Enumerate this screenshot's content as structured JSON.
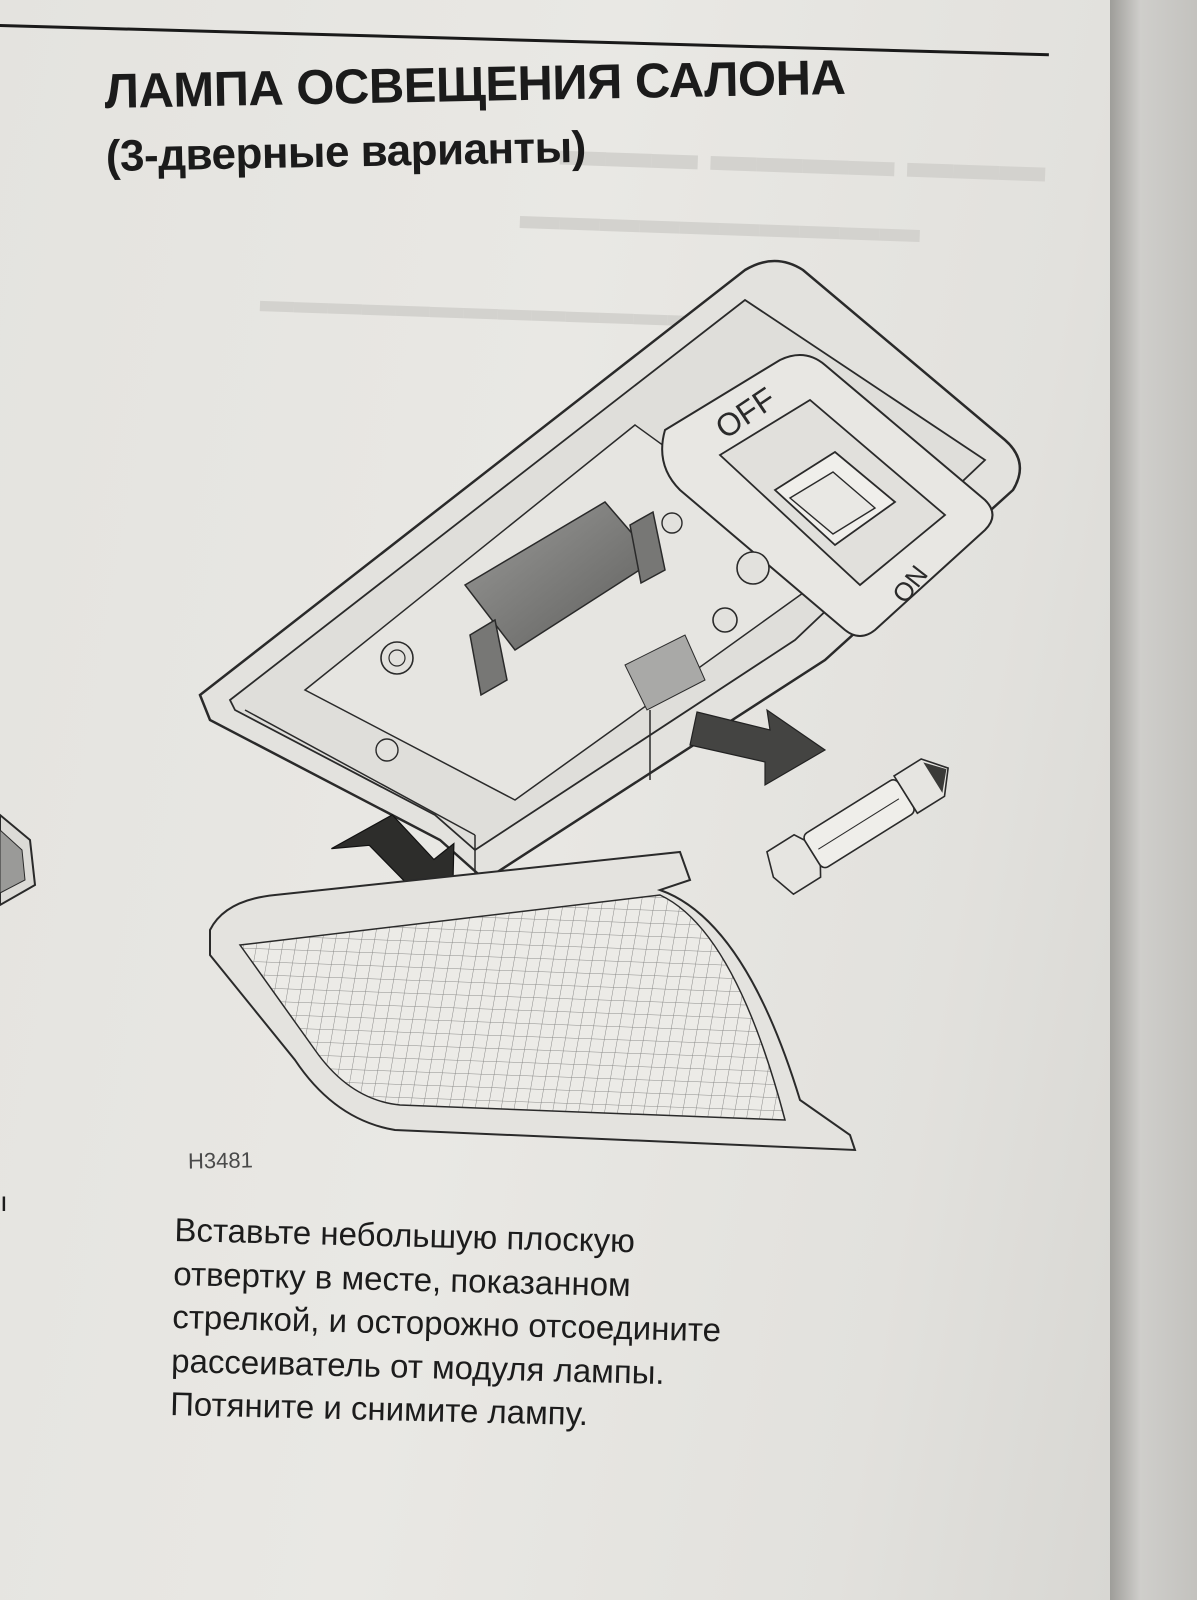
{
  "title": {
    "line1": "ЛАМПА ОСВЕЩЕНИЯ САЛОНА",
    "line2": "(3-дверные варианты)"
  },
  "figure": {
    "switch_off_label": "OFF",
    "switch_on_label": "ON",
    "code": "H3481"
  },
  "body": {
    "lines": [
      "Вставьте небольшую плоскую",
      "отвертку в месте, показанном",
      "стрелкой, и осторожно отсоедините",
      "рассеиватель от модуля лампы.",
      "Потяните и снимите лампу."
    ]
  },
  "colors": {
    "paper": "#e7e6e2",
    "ink": "#1c1c1c"
  }
}
